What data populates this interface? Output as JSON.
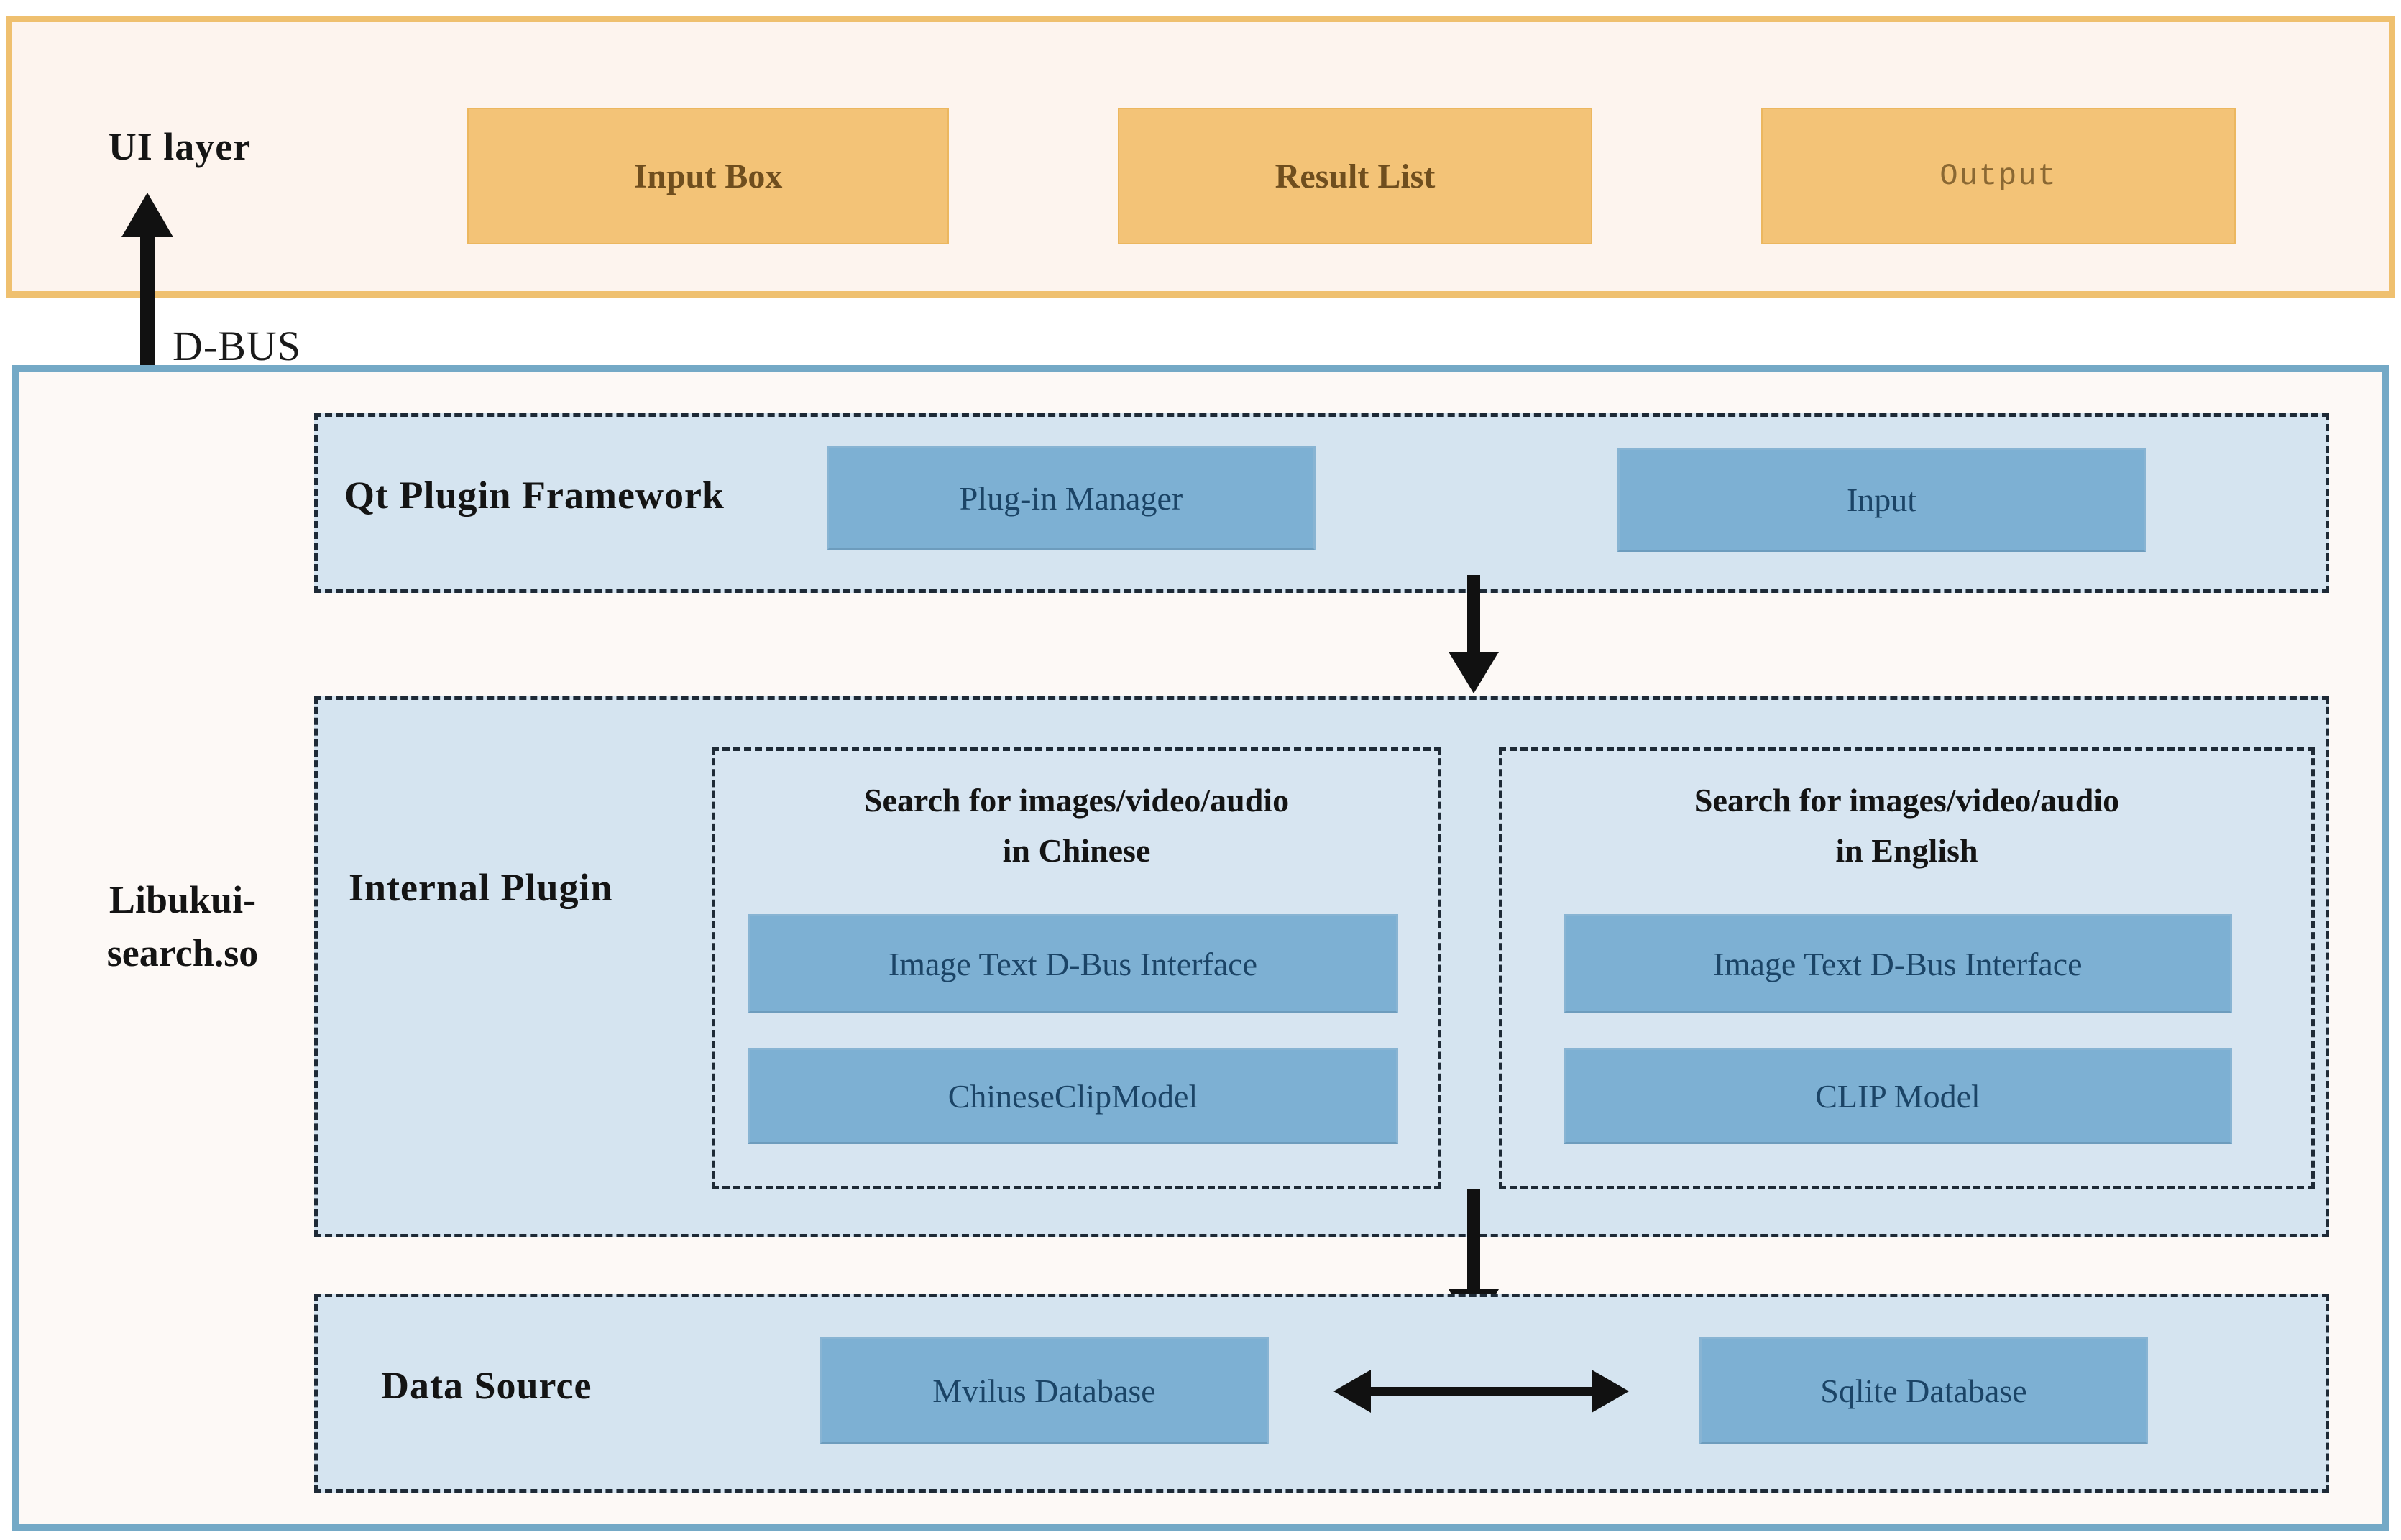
{
  "diagram": {
    "ui_layer": {
      "label": "UI layer",
      "boxes": [
        "Input Box",
        "Result List",
        "Output"
      ]
    },
    "dbus_label": "D-BUS",
    "library_label_line1": "Libukui-",
    "library_label_line2": "search.so",
    "qt_plugin": {
      "label": "Qt Plugin Framework",
      "boxes": [
        "Plug-in Manager",
        "Input"
      ]
    },
    "internal_plugin": {
      "label": "Internal Plugin",
      "chinese": {
        "title_line1": "Search for images/video/audio",
        "title_line2": "in Chinese",
        "boxes": [
          "Image Text D-Bus Interface",
          "ChineseClipModel"
        ]
      },
      "english": {
        "title_line1": "Search for images/video/audio",
        "title_line2": "in English",
        "boxes": [
          "Image Text D-Bus Interface",
          "CLIP Model"
        ]
      }
    },
    "data_source": {
      "label": "Data Source",
      "boxes": [
        "Mvilus Database",
        "Sqlite Database"
      ]
    },
    "colors": {
      "orange_border": "#efc06f",
      "orange_box_fill": "#f3c377",
      "orange_box_text": "#6f4e1e",
      "blue_container_border": "#74a9c6",
      "dashed_panel_fill": "#d5e4f0",
      "blue_box_fill": "#7db0d3",
      "blue_box_text": "#1b4466",
      "arrow_color": "#111111",
      "label_text": "#141414"
    }
  }
}
